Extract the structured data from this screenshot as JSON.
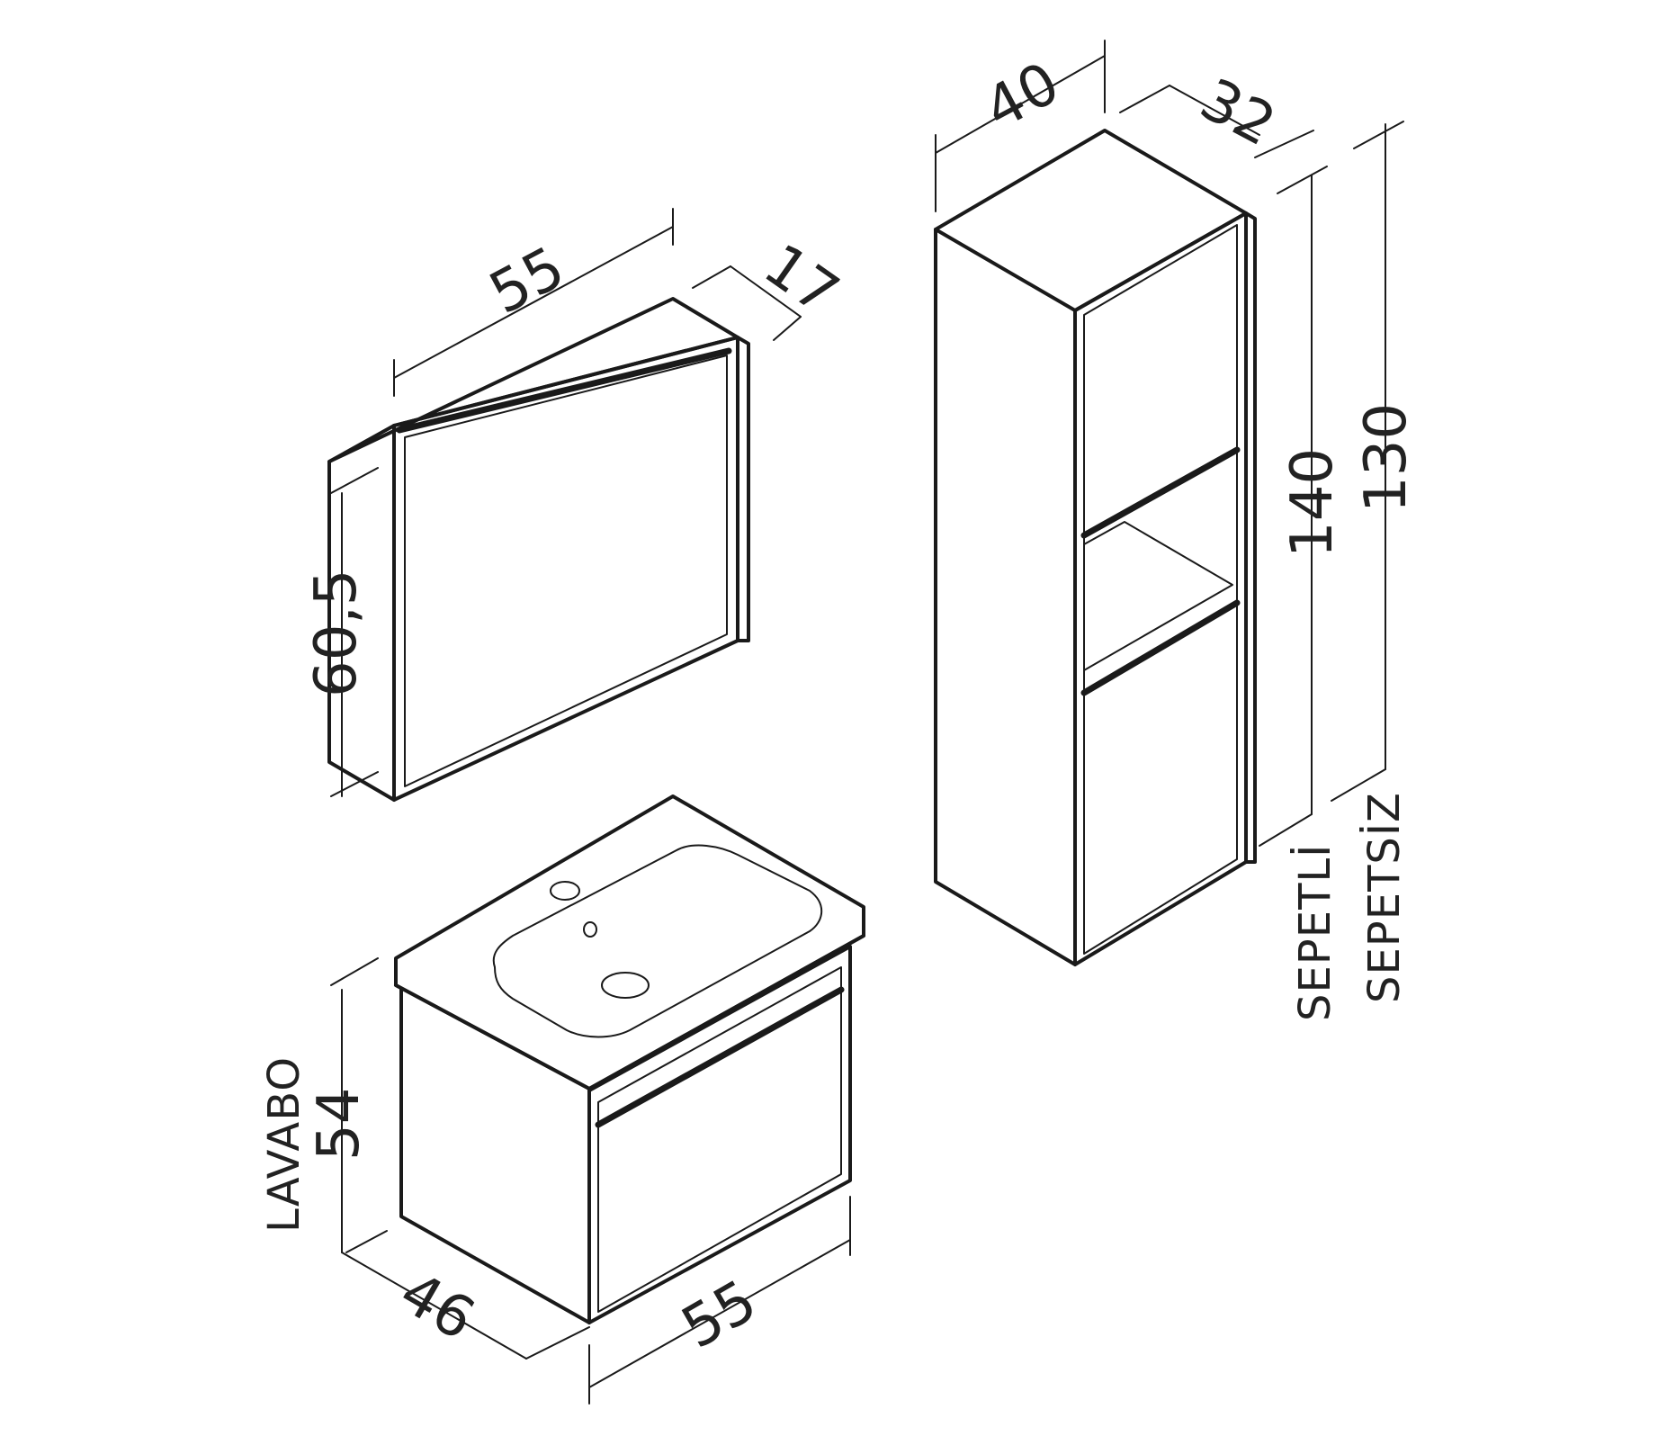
{
  "mirror_cabinet": {
    "width": "55",
    "depth": "17",
    "height": "60,5"
  },
  "tall_cabinet": {
    "width": "40",
    "depth": "32",
    "height_with_basket": "140",
    "height_without_basket": "130",
    "label_with_basket": "SEPETLİ",
    "label_without_basket": "SEPETSİZ"
  },
  "vanity": {
    "label": "LAVABO",
    "height": "54",
    "depth": "46",
    "width": "55"
  }
}
